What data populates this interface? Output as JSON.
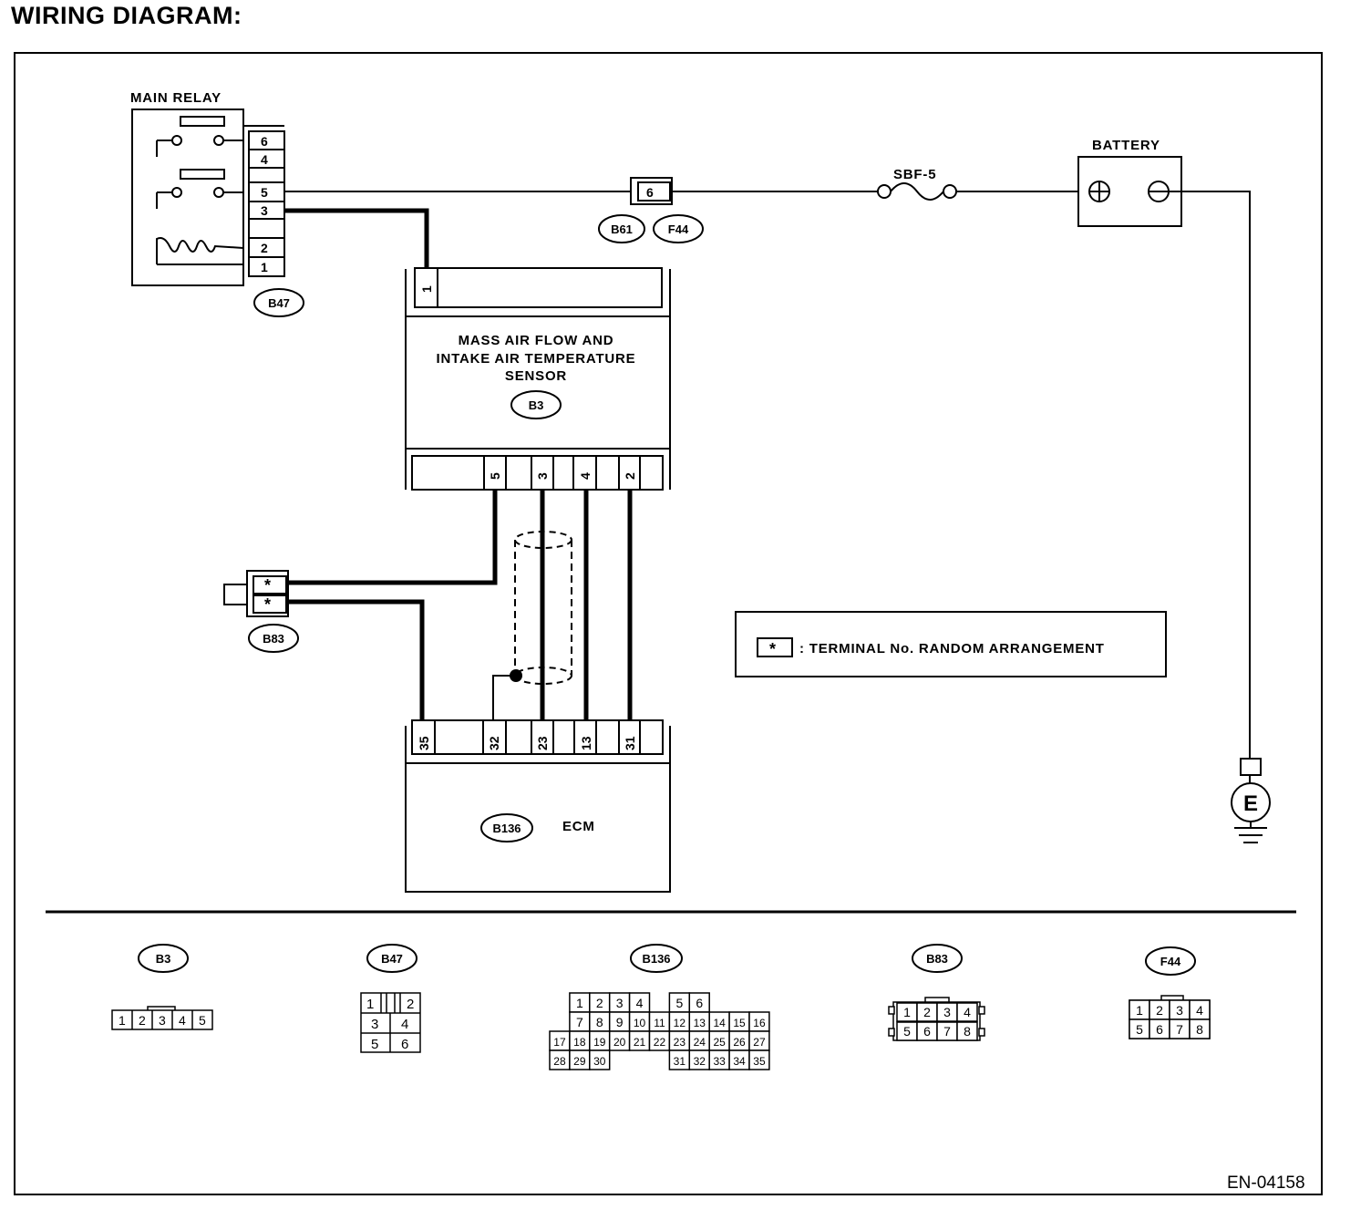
{
  "title": "WIRING DIAGRAM:",
  "main_relay": {
    "label": "MAIN RELAY",
    "connector": "B47",
    "pins": [
      "6",
      "4",
      "5",
      "3",
      "2",
      "1"
    ]
  },
  "battery": {
    "label": "BATTERY"
  },
  "fuse": {
    "label": "SBF-5"
  },
  "joint_connector": {
    "pin": "6",
    "connectors": [
      "B61",
      "F44"
    ]
  },
  "maf_sensor": {
    "label_lines": [
      "MASS AIR FLOW AND",
      "INTAKE AIR TEMPERATURE",
      "SENSOR"
    ],
    "connector": "B3",
    "top_pin": "1",
    "bottom_pins": [
      "5",
      "3",
      "4",
      "2"
    ]
  },
  "b83": {
    "connector": "B83",
    "pins": [
      "*",
      "*"
    ]
  },
  "ecm": {
    "label": "ECM",
    "connector": "B136",
    "pins": [
      "35",
      "32",
      "23",
      "13",
      "31"
    ]
  },
  "legend": {
    "symbol": "*",
    "text": ": TERMINAL No. RANDOM ARRANGEMENT"
  },
  "ground": {
    "label": "E"
  },
  "connector_faces": {
    "b3": {
      "name": "B3",
      "pins": [
        "1",
        "2",
        "3",
        "4",
        "5"
      ]
    },
    "b47": {
      "name": "B47",
      "rows": [
        [
          "1",
          "2"
        ],
        [
          "3",
          "4"
        ],
        [
          "5",
          "6"
        ]
      ]
    },
    "b136": {
      "name": "B136",
      "row1": [
        "1",
        "2",
        "3",
        "4",
        "5",
        "6"
      ],
      "row2": [
        "7",
        "8",
        "9",
        "10",
        "11",
        "12",
        "13",
        "14",
        "15",
        "16"
      ],
      "row3": [
        "17",
        "18",
        "19",
        "20",
        "21",
        "22",
        "23",
        "24",
        "25",
        "26",
        "27"
      ],
      "row4a": [
        "28",
        "29",
        "30"
      ],
      "row4b": [
        "31",
        "32",
        "33",
        "34",
        "35"
      ]
    },
    "b83": {
      "name": "B83",
      "rows": [
        [
          "1",
          "2",
          "3",
          "4"
        ],
        [
          "5",
          "6",
          "7",
          "8"
        ]
      ]
    },
    "f44": {
      "name": "F44",
      "rows": [
        [
          "1",
          "2",
          "3",
          "4"
        ],
        [
          "5",
          "6",
          "7",
          "8"
        ]
      ]
    }
  },
  "footer_code": "EN-04158"
}
